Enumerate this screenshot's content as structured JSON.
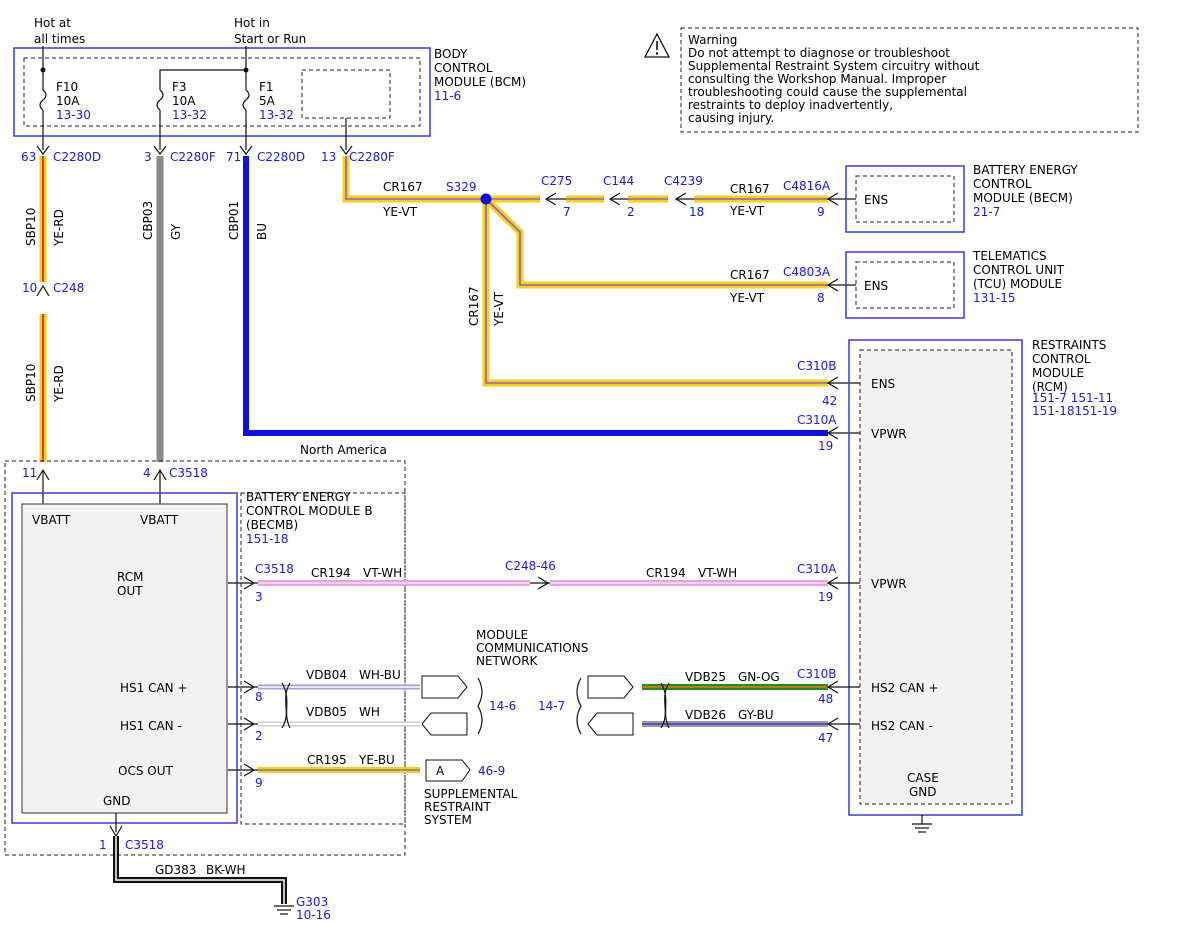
{
  "top": {
    "hot_always": [
      "Hot at",
      "all times"
    ],
    "hot_run": [
      "Hot in",
      "Start or Run"
    ]
  },
  "bcm": {
    "name": [
      "BODY",
      "CONTROL",
      "MODULE (BCM)"
    ],
    "ref": "11-6",
    "fuses": [
      {
        "id": "F10",
        "rating": "10A",
        "ref": "13-30"
      },
      {
        "id": "F3",
        "rating": "10A",
        "ref": "13-32"
      },
      {
        "id": "F1",
        "rating": "5A",
        "ref": "13-32"
      }
    ]
  },
  "warning": {
    "lines": [
      "Warning",
      "Do not attempt to diagnose or troubleshoot",
      "Supplemental Restraint System circuitry without",
      "consulting the Workshop Manual. Improper",
      "troubleshooting could cause the supplemental",
      "restraints to deploy inadvertently,",
      "causing injury."
    ]
  },
  "pins_top": [
    {
      "pin": "63",
      "conn": "C2280D"
    },
    {
      "pin": "3",
      "conn": "C2280F"
    },
    {
      "pin": "71",
      "conn": "C2280D"
    },
    {
      "pin": "13",
      "conn": "C2280F"
    }
  ],
  "wires": {
    "sbp10_a": {
      "circuit": "SBP10",
      "color": "YE-RD"
    },
    "c248": {
      "pin": "10",
      "conn": "C248"
    },
    "sbp10_b": {
      "circuit": "SBP10",
      "color": "YE-RD"
    },
    "cbp03": {
      "circuit": "CBP03",
      "color": "GY"
    },
    "cbp01": {
      "circuit": "CBP01",
      "color": "BU"
    },
    "cr167_top": {
      "circuit": "CR167",
      "color": "YE-VT",
      "splice": "S329"
    },
    "inline": [
      {
        "conn": "C275",
        "pin": "7"
      },
      {
        "conn": "C144",
        "pin": "2"
      },
      {
        "conn": "C4239",
        "pin": "18"
      }
    ],
    "cr167_becm": {
      "circuit": "CR167",
      "color": "YE-VT",
      "conn": "C4816A",
      "pin": "9"
    },
    "cr167_tcu": {
      "circuit": "CR167",
      "color": "YE-VT",
      "conn": "C4803A",
      "pin": "8"
    },
    "cr167_vert": {
      "circuit": "CR167",
      "color": "YE-VT"
    },
    "c310b_ens": {
      "conn": "C310B",
      "pin": "42"
    },
    "c310a_vpwr": {
      "conn": "C310A",
      "pin": "19"
    },
    "cr194": {
      "circuit": "CR194",
      "color": "VT-WH",
      "left_conn": "C3518",
      "left_pin": "3",
      "mid": "C248-46",
      "right_conn": "C310A",
      "right_pin": "19"
    },
    "vdb04": {
      "circuit": "VDB04",
      "color": "WH-BU",
      "pin": "8"
    },
    "vdb05": {
      "circuit": "VDB05",
      "color": "WH",
      "pin": "2"
    },
    "cr195": {
      "circuit": "CR195",
      "color": "YE-BU",
      "pin": "9"
    },
    "vdb25": {
      "circuit": "VDB25",
      "color": "GN-OG",
      "conn": "C310B",
      "pin": "48"
    },
    "vdb26": {
      "circuit": "VDB26",
      "color": "GY-BU",
      "pin": "47"
    },
    "gd383": {
      "circuit": "GD383",
      "color": "BK-WH",
      "pin": "1",
      "conn": "C3518"
    }
  },
  "north_america": "North America",
  "becmb_pins": [
    {
      "pin": "11"
    },
    {
      "pin": "4",
      "conn": "C3518"
    }
  ],
  "becm": {
    "name": [
      "BATTERY ENERGY",
      "CONTROL",
      "MODULE (BECM)"
    ],
    "ref": "21-7",
    "pin_label": "ENS"
  },
  "tcu": {
    "name": [
      "TELEMATICS",
      "CONTROL UNIT",
      "(TCU) MODULE"
    ],
    "ref": "131-15",
    "pin_label": "ENS"
  },
  "rcm": {
    "name": [
      "RESTRAINTS",
      "CONTROL",
      "MODULE",
      "(RCM)"
    ],
    "refs": [
      "151-7  151-11",
      "151-18151-19"
    ],
    "pins": {
      "ens": "ENS",
      "vpwr1": "VPWR",
      "vpwr2": "VPWR",
      "hs2p": "HS2 CAN +",
      "hs2m": "HS2 CAN -",
      "case_gnd": [
        "CASE",
        "GND"
      ]
    }
  },
  "becmb": {
    "name": [
      "BATTERY ENERGY",
      "CONTROL MODULE B",
      "(BECMB)"
    ],
    "ref": "151-18",
    "pins": {
      "vbatt1": "VBATT",
      "vbatt2": "VBATT",
      "rcm_out": [
        "RCM",
        "OUT"
      ],
      "hs1p": "HS1 CAN +",
      "hs1m": "HS1 CAN -",
      "ocs": "OCS OUT",
      "gnd": "GND"
    }
  },
  "mcn": {
    "name": [
      "MODULE",
      "COMMUNICATIONS",
      "NETWORK"
    ],
    "ref_left": "14-6",
    "ref_right": "14-7"
  },
  "srs": {
    "tag": "A",
    "ref": "46-9",
    "name": [
      "SUPPLEMENTAL",
      "RESTRAINT",
      "SYSTEM"
    ]
  },
  "ground": {
    "id": "G303",
    "ref": "10-16"
  },
  "colors": {
    "module_border": "#3a3ad6",
    "ref_text": "#1b1bd6",
    "ye": "#f2d21a",
    "rd": "#e0401f",
    "vt": "#9a5bc0",
    "gy": "#8a8a8a",
    "bu": "#1010d8",
    "pk": "#e7a3dc",
    "gn": "#2a8a1a",
    "og": "#e07b1f"
  }
}
